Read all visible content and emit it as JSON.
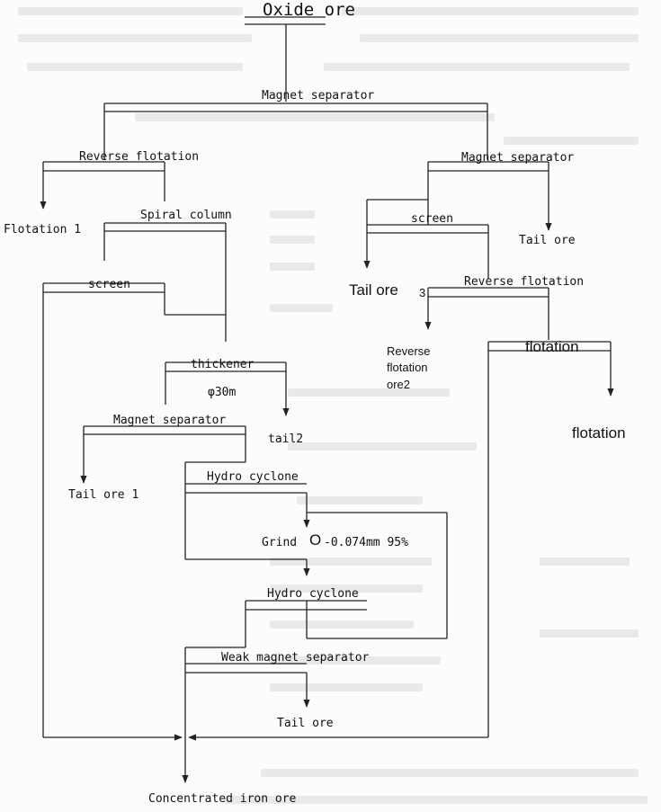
{
  "diagram": {
    "root": "Oxide ore",
    "magnet_separator_main": "Magnet separator",
    "reverse_flotation_left": "Reverse flotation",
    "flotation_1": "Flotation 1",
    "spiral_column": "Spiral column",
    "screen_left": "screen",
    "thickener": "thickener",
    "thickener_size": "φ30m",
    "tail2": "tail2",
    "magnet_separator_mid": "Magnet separator",
    "tail_ore_1": "Tail ore 1",
    "hydro_cyclone_1": "Hydro cyclone",
    "grind_label": "Grind",
    "grind_size_symbol": "O",
    "grind_size": "-0.074mm 95%",
    "hydro_cyclone_2": "Hydro cyclone",
    "weak_magnet_separator": "Weak magnet separator",
    "tail_ore_bottom": "Tail ore",
    "concentrated_iron_ore": "Concentrated iron ore",
    "magnet_separator_right": "Magnet separator",
    "screen_right": "screen",
    "tail_ore_right": "Tail ore",
    "tail_ore_3": "Tail ore",
    "tail_ore_3_suffix": "3",
    "reverse_flotation_right": "Reverse flotation",
    "reverse_flotation_ore2_line1": "Reverse",
    "reverse_flotation_ore2_line2": "flotation",
    "reverse_flotation_ore2_line3": "ore2",
    "flotation_box": "flotation",
    "flotation_out": "flotation"
  }
}
